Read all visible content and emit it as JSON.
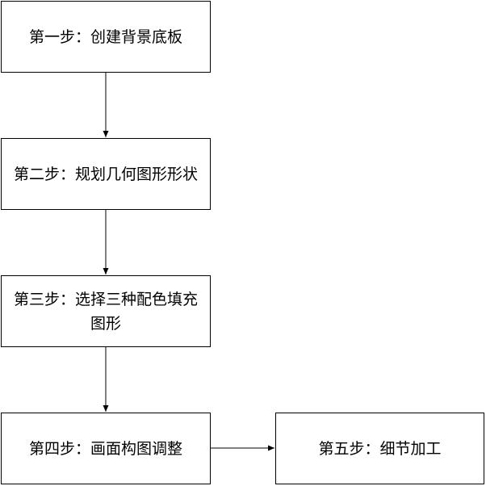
{
  "diagram": {
    "nodes": [
      {
        "id": "step-1",
        "label": "第一步：创建背景底板"
      },
      {
        "id": "step-2",
        "label": "第二步：规划几何图形形状"
      },
      {
        "id": "step-3",
        "label": "第三步：选择三种配色填充图形"
      },
      {
        "id": "step-4",
        "label": "第四步：画面构图调整"
      },
      {
        "id": "step-5",
        "label": "第五步：细节加工"
      }
    ],
    "edges": [
      {
        "from": "step-1",
        "to": "step-2"
      },
      {
        "from": "step-2",
        "to": "step-3"
      },
      {
        "from": "step-3",
        "to": "step-4"
      },
      {
        "from": "step-4",
        "to": "step-5"
      }
    ],
    "colors": {
      "stroke": "#000000",
      "fill": "#ffffff",
      "text": "#000000"
    }
  }
}
